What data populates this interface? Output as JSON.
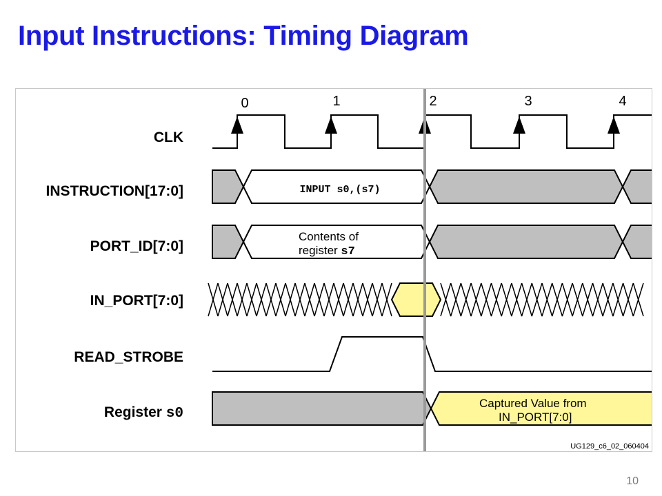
{
  "slide": {
    "title": "Input Instructions: Timing Diagram",
    "page_number": "10"
  },
  "diagram": {
    "clock_edges": [
      "0",
      "1",
      "2",
      "3",
      "4"
    ],
    "signals": {
      "clk": "CLK",
      "instruction": "INSTRUCTION[17:0]",
      "port_id": "PORT_ID[7:0]",
      "in_port": "IN_PORT[7:0]",
      "read_strobe": "READ_STROBE",
      "register_prefix": "Register ",
      "register_name": "s0"
    },
    "annotations": {
      "instruction_value": "INPUT s0,(s7)",
      "port_id_line1": "Contents of",
      "port_id_line2_prefix": "register ",
      "port_id_line2_reg": "s7",
      "register_line1": "Captured Value from",
      "register_line2": "IN_PORT[7:0]"
    },
    "code_id": "UG129_c6_02_060404"
  },
  "colors": {
    "title": "#1a1ae6",
    "bus_gray": "#bfbfbf",
    "highlight_yellow": "#fff79a",
    "cursor_line": "#9a9a9a"
  }
}
